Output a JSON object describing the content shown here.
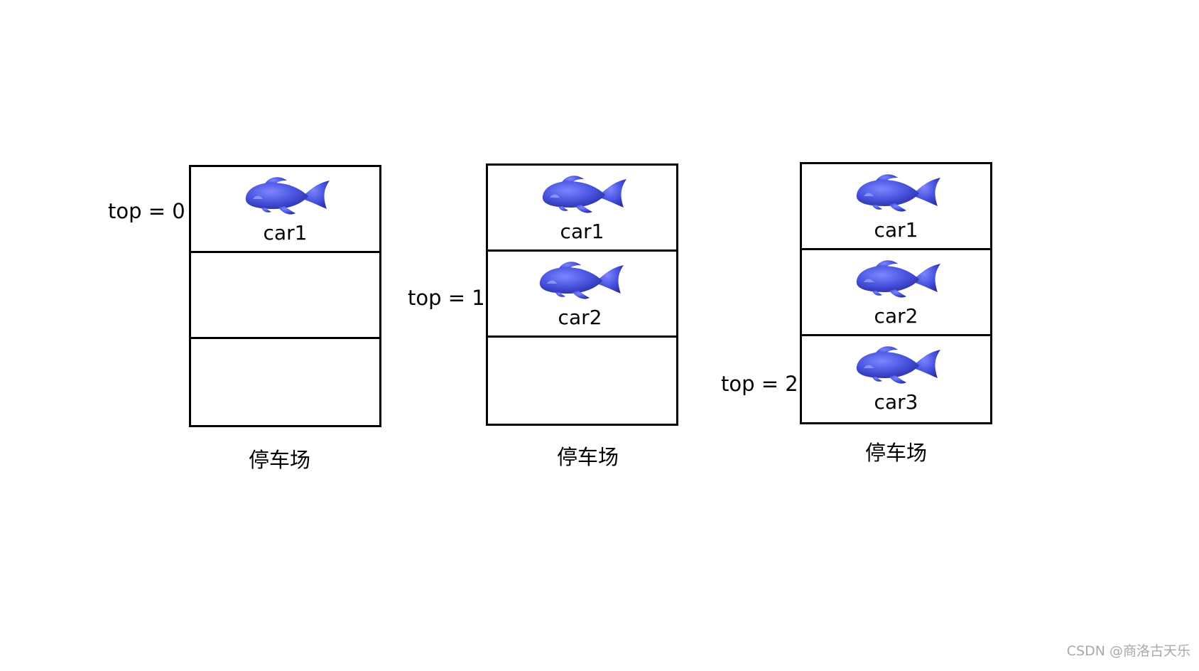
{
  "stacks": [
    {
      "caption": "停车场",
      "top_label": "top = 0",
      "slots": [
        {
          "car": "car1",
          "icon": "fish-icon"
        },
        {
          "car": "",
          "icon": ""
        },
        {
          "car": "",
          "icon": ""
        }
      ]
    },
    {
      "caption": "停车场",
      "top_label": "top = 1",
      "slots": [
        {
          "car": "car1",
          "icon": "fish-icon"
        },
        {
          "car": "car2",
          "icon": "fish-icon"
        },
        {
          "car": "",
          "icon": ""
        }
      ]
    },
    {
      "caption": "停车场",
      "top_label": "top = 2",
      "slots": [
        {
          "car": "car1",
          "icon": "fish-icon"
        },
        {
          "car": "car2",
          "icon": "fish-icon"
        },
        {
          "car": "car3",
          "icon": "fish-icon"
        }
      ]
    }
  ],
  "colors": {
    "fish": "#4a55e0",
    "fish_dark": "#2f34b8",
    "border": "#000000",
    "watermark": "#a9a9a9"
  },
  "watermark": "CSDN @商洛古天乐"
}
